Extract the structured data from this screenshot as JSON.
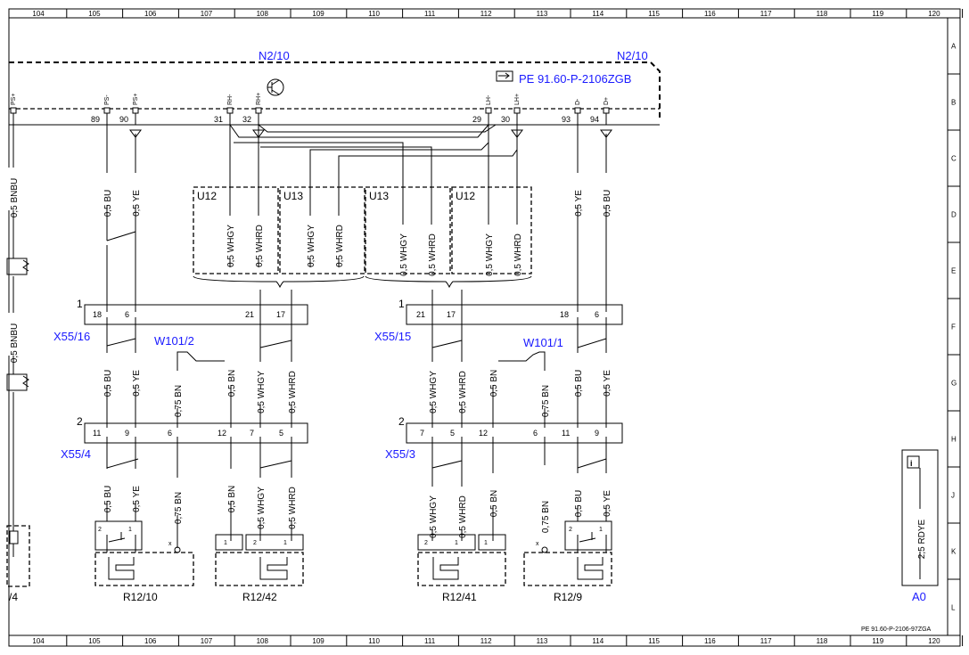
{
  "ruler": {
    "columns": [
      "104",
      "105",
      "106",
      "107",
      "108",
      "109",
      "110",
      "111",
      "112",
      "113",
      "114",
      "115",
      "116",
      "117",
      "118",
      "119",
      "120"
    ],
    "rows": [
      "A",
      "B",
      "C",
      "D",
      "E",
      "F",
      "G",
      "H",
      "J",
      "K",
      "L"
    ]
  },
  "module": {
    "name_left": "N2/10",
    "name_right": "N2/10",
    "ref": "PE 91.60-P-2106ZGB",
    "pins": [
      {
        "num": "",
        "label": "PS+"
      },
      {
        "num": "89",
        "label": "PS-"
      },
      {
        "num": "90",
        "label": "PS+"
      },
      {
        "num": "31",
        "label": "RH-"
      },
      {
        "num": "32",
        "label": "RH+"
      },
      {
        "num": "29",
        "label": "LH-"
      },
      {
        "num": "30",
        "label": "LH+"
      },
      {
        "num": "93",
        "label": "D-"
      },
      {
        "num": "94",
        "label": "D+"
      }
    ]
  },
  "wires": {
    "bnbu_top": "0,5 BNBU",
    "bnbu_mid": "0,5 BNBU",
    "bu": "0,5 BU",
    "ye": "0,5 YE",
    "whgy": "0,5 WHGY",
    "whrd": "0,5 WHRD",
    "bn": "0,5 BN",
    "bn075": "0,75 BN",
    "rdye": "2,5 RDYE"
  },
  "twisted_groups": [
    "U12",
    "U13",
    "U13",
    "U12"
  ],
  "connectors": {
    "x55_16": {
      "name": "X55/16",
      "index": "1",
      "pins": [
        "18",
        "6",
        "21",
        "17"
      ]
    },
    "x55_15": {
      "name": "X55/15",
      "index": "1",
      "pins": [
        "21",
        "17",
        "18",
        "6"
      ]
    },
    "x55_4": {
      "name": "X55/4",
      "index": "2",
      "pins": [
        "11",
        "9",
        "6",
        "12",
        "7",
        "5"
      ]
    },
    "x55_3": {
      "name": "X55/3",
      "index": "2",
      "pins": [
        "7",
        "5",
        "12",
        "6",
        "11",
        "9"
      ]
    }
  },
  "splices": {
    "left": "W101/2",
    "right": "W101/1"
  },
  "components": [
    {
      "name": "R12/10",
      "pins": [
        "2",
        "1"
      ],
      "x_pin": "x"
    },
    {
      "name": "R12/42",
      "pins": [
        "1",
        "2",
        "1"
      ]
    },
    {
      "name": "R12/41",
      "pins": [
        "2",
        "1",
        "1"
      ]
    },
    {
      "name": "R12/9",
      "pins": [
        "2",
        "1"
      ],
      "x_pin": "x"
    }
  ],
  "left_partial_label": "/4",
  "ground": {
    "name": "A0",
    "icon": "info-icon"
  },
  "footer_ref": "PE 91.60-P-2106-97ZGA"
}
